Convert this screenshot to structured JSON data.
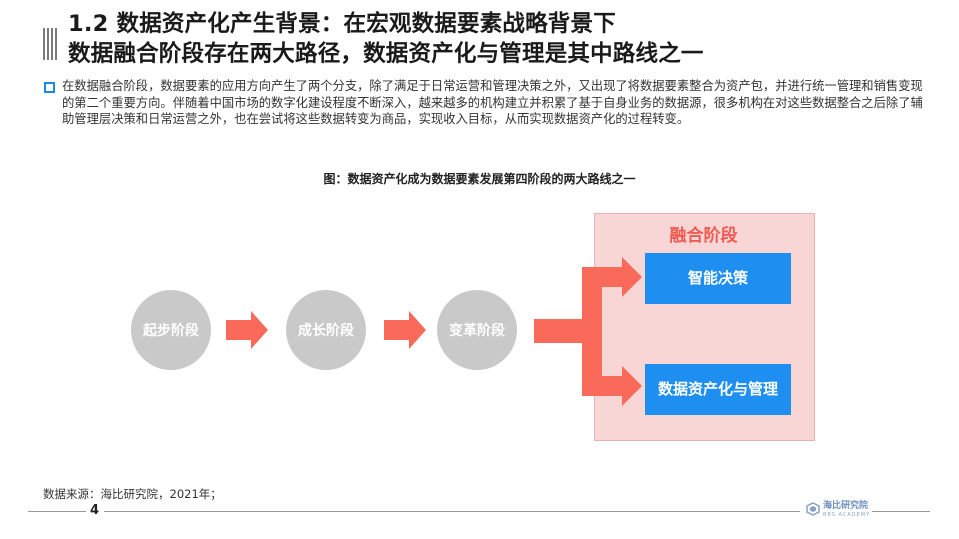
{
  "header": {
    "title_line1": "1.2 数据资产化产生背景：在宏观数据要素战略背景下",
    "title_line2": "数据融合阶段存在两大路径，数据资产化与管理是其中路线之一"
  },
  "intro": {
    "text": "在数据融合阶段，数据要素的应用方向产生了两个分支，除了满足于日常运营和管理决策之外，又出现了将数据要素整合为资产包，并进行统一管理和销售变现的第二个重要方向。伴随着中国市场的数字化建设程度不断深入，越来越多的机构建立并积累了基于自身业务的数据源，很多机构在对这些数据整合之后除了辅助管理层决策和日常运营之外，也在尝试将这些数据转变为商品，实现收入目标，从而实现数据资产化的过程转变。"
  },
  "figure": {
    "title": "图：数据资产化成为数据要素发展第四阶段的两大路线之一",
    "stages": [
      "起步阶段",
      "成长阶段",
      "变革阶段"
    ],
    "fusion": {
      "label": "融合阶段",
      "branches": [
        "智能决策",
        "数据资产化与管理"
      ]
    }
  },
  "footer": {
    "source": "数据来源：海比研究院，2021年；",
    "page_number": "4",
    "logo_text": "海比研究院",
    "logo_subtext": "BBS ACADEMY"
  },
  "colors": {
    "arrow": "#f96a5b",
    "blue_box": "#1e8ff0",
    "fusion_bg": "#f9d6d6",
    "fusion_label": "#f05a50",
    "circle": "#c9c9c9"
  }
}
